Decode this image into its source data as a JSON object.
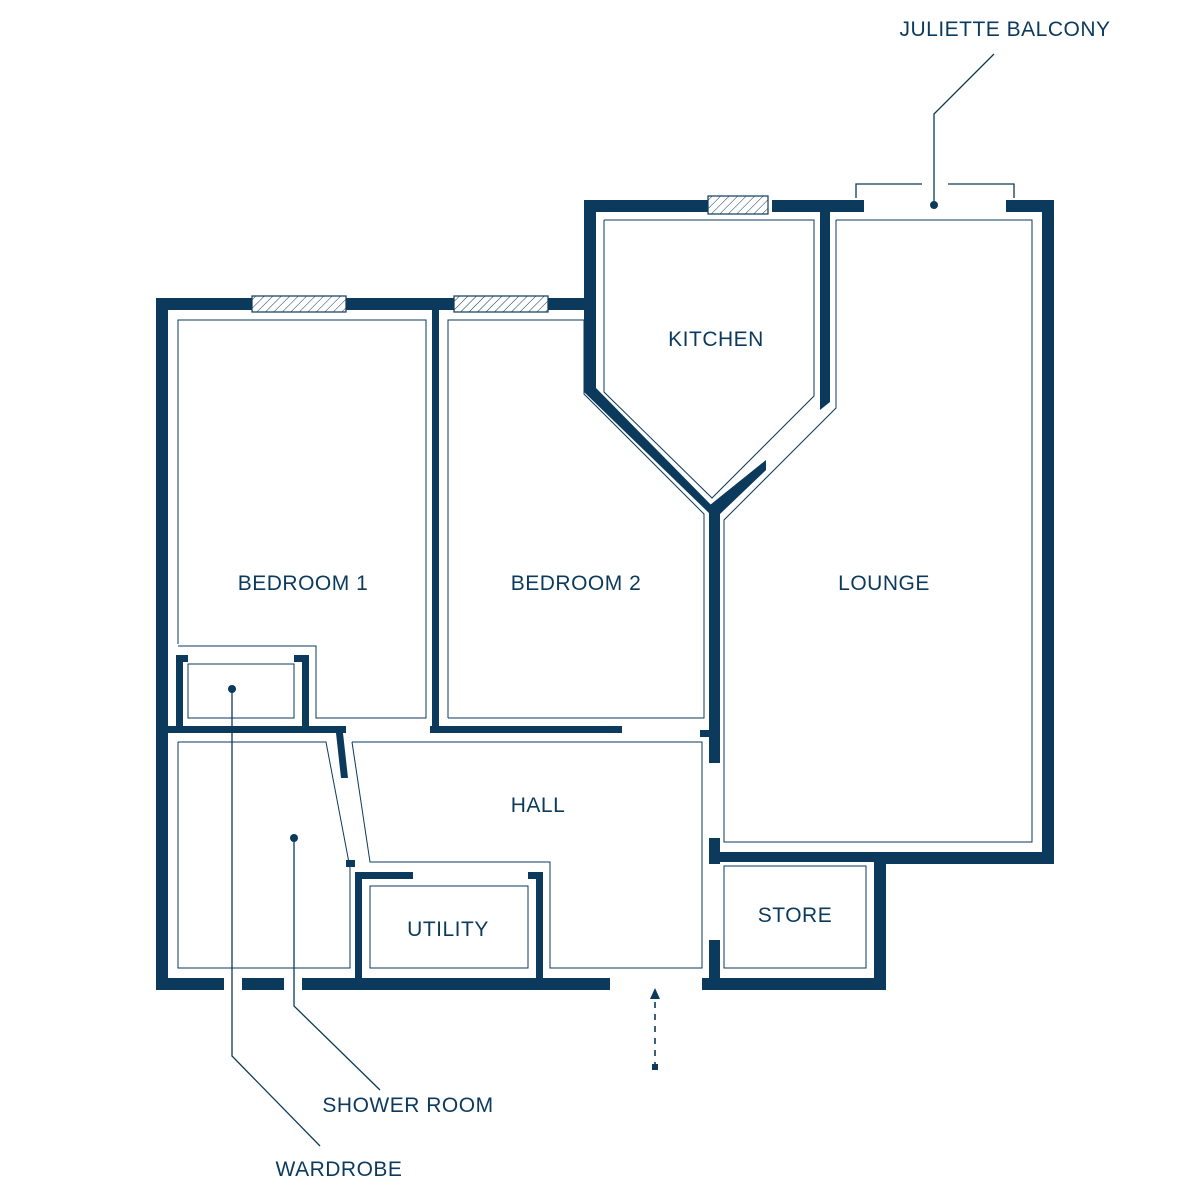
{
  "colors": {
    "wall": "#0b3a5c",
    "background": "#ffffff"
  },
  "rooms": {
    "bedroom1": "BEDROOM 1",
    "bedroom2": "BEDROOM 2",
    "kitchen": "KITCHEN",
    "lounge": "LOUNGE",
    "hall": "HALL",
    "utility": "UTILITY",
    "store": "STORE"
  },
  "callouts": {
    "juliette_balcony": "JULIETTE BALCONY",
    "shower_room": "SHOWER ROOM",
    "wardrobe": "WARDROBE"
  },
  "icons": {
    "entrance": "entrance-arrow-icon"
  }
}
